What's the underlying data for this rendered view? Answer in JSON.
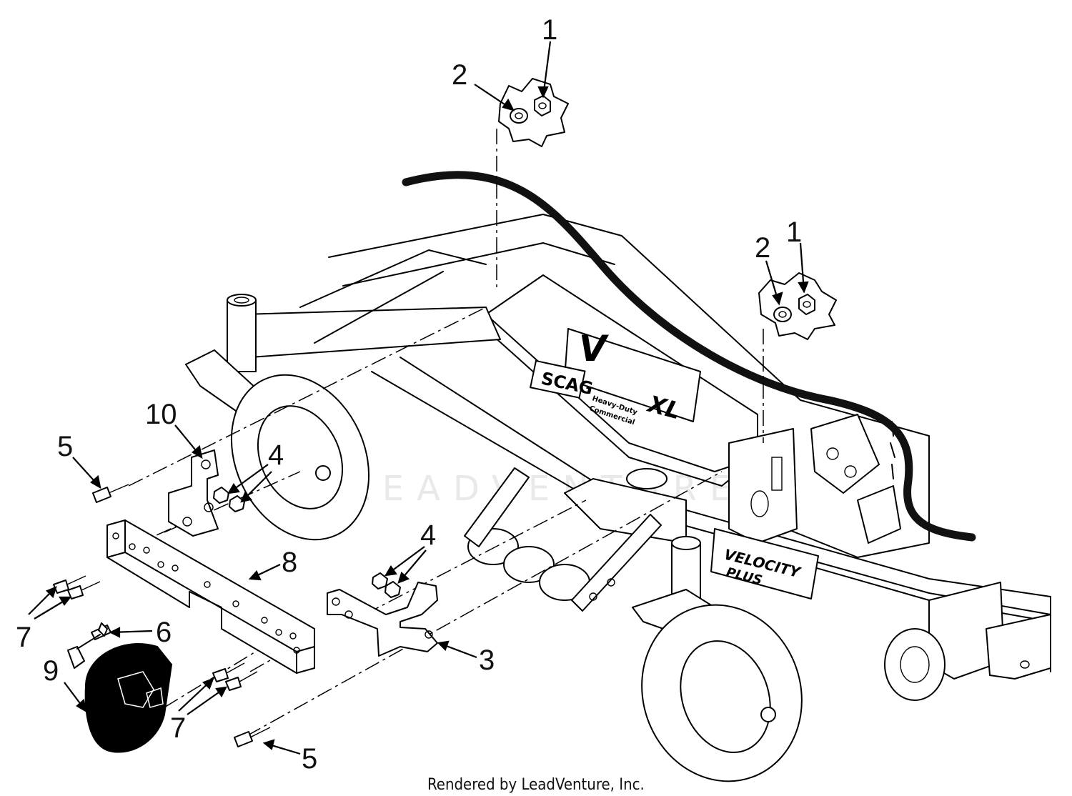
{
  "callouts": [
    {
      "id": "c1a",
      "text": "1"
    },
    {
      "id": "c2a",
      "text": "2"
    },
    {
      "id": "c1b",
      "text": "1"
    },
    {
      "id": "c2b",
      "text": "2"
    },
    {
      "id": "c10",
      "text": "10"
    },
    {
      "id": "c5a",
      "text": "5"
    },
    {
      "id": "c4a",
      "text": "4"
    },
    {
      "id": "c8",
      "text": "8"
    },
    {
      "id": "c4b",
      "text": "4"
    },
    {
      "id": "c6",
      "text": "6"
    },
    {
      "id": "c9",
      "text": "9"
    },
    {
      "id": "c7a",
      "text": "7"
    },
    {
      "id": "c3",
      "text": "3"
    },
    {
      "id": "c7b",
      "text": "7"
    },
    {
      "id": "c5b",
      "text": "5"
    }
  ],
  "decals": {
    "deck_brand": "SCAG",
    "deck_subtitle_1": "Heavy-Duty",
    "deck_subtitle_2": "Commercial",
    "deck_model": "XL",
    "deck_model_script": "V",
    "side_decal_1": "VELOCITY",
    "side_decal_2": "PLUS"
  },
  "watermark": "LEADVENTURE",
  "footer": "Rendered by LeadVenture, Inc."
}
